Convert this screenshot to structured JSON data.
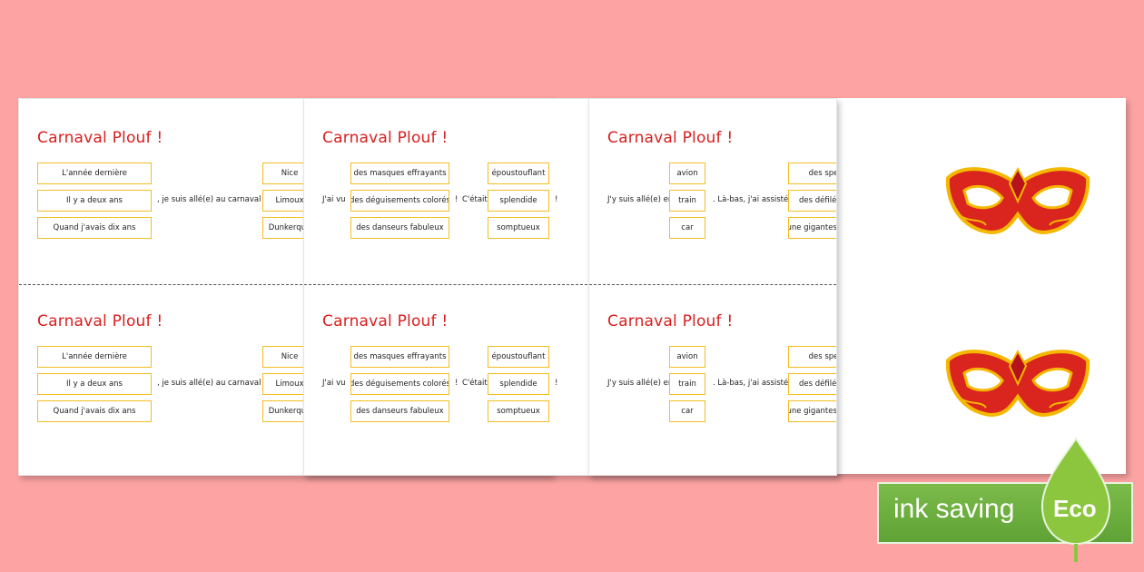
{
  "title": "Carnaval Plouf !",
  "sheet1": {
    "time_options": [
      "L'année dernière",
      "Il y a deux ans",
      "Quand j'avais dix ans"
    ],
    "connector": ", je suis allé(e) au carnaval de",
    "place_options": [
      "Nice",
      "Limoux",
      "Dunkerque"
    ]
  },
  "sheet2": {
    "prefix": "J'ai vu",
    "seen_options": [
      "des masques effrayants",
      "des déguisements colorés",
      "des danseurs fabuleux"
    ],
    "exclaim1": "!",
    "cetait": "C'était",
    "adj_options": [
      "époustouflant",
      "splendide",
      "somptueux"
    ],
    "exclaim2": "!"
  },
  "sheet3": {
    "prefix": "J'y suis allé(e) en",
    "transport_options": [
      "avion",
      "train",
      "car"
    ],
    "connector": ". Là-bas, j'ai assisté à",
    "event_options": [
      "des spectacles de rue",
      "des défilés de chars fleuris",
      "une gigantesque bataille de fleur"
    ],
    "end": ".",
    "mask_image": "carnival-mask-icon"
  },
  "badge": {
    "label": "ink saving",
    "eco": "Eco",
    "colors": {
      "green": "#6cae3e",
      "leaf": "#8cc63f"
    }
  },
  "colors": {
    "background": "#fda3a3",
    "title": "#d81f1f",
    "box_border": "#f3bd24"
  }
}
